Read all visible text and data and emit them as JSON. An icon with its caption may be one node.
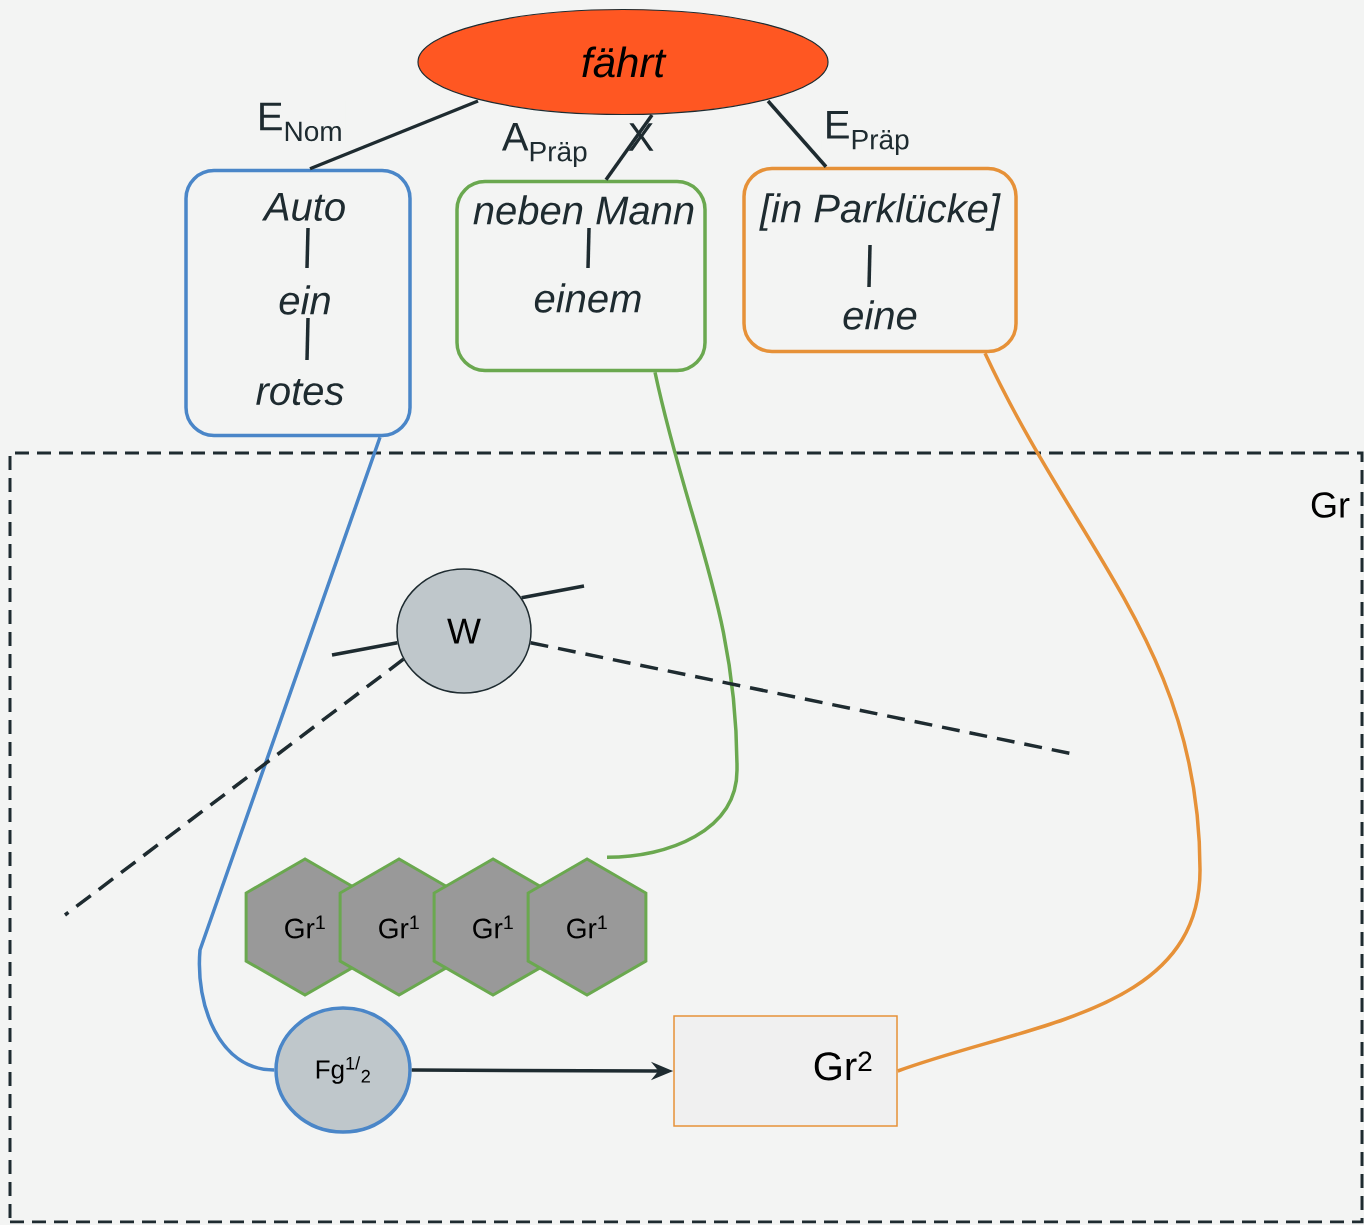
{
  "diagram": {
    "nodes": [
      {
        "text": [
          "fährt"
        ]
      },
      {
        "text": [
          "Auto",
          "ein",
          "rotes"
        ]
      },
      {
        "text": [
          "neben Mann",
          "einem"
        ]
      },
      {
        "text": [
          "[in Parklücke]",
          "eine"
        ]
      },
      {
        "text": [
          "Gr"
        ]
      },
      {
        "text": [
          "W"
        ],
        "in": 4
      },
      {
        "text": [
          "Gr$^{1}$"
        ],
        "in": 4
      },
      {
        "text": [
          "Gr$^{1}$"
        ],
        "in": 4
      },
      {
        "text": [
          "Gr$^{1}$"
        ],
        "in": 4
      },
      {
        "text": [
          "Gr$^{1}$"
        ],
        "in": 4
      },
      {
        "text": [
          "Fg$^{1/}$$_{2}$"
        ],
        "in": 4
      },
      {
        "text": [
          "Gr$^{2}$"
        ],
        "in": 4
      }
    ],
    "edges": [
      {
        "from": 0,
        "to": 1,
        "arrow": "none",
        "label": "E$_{Nom}$"
      },
      {
        "from": 0,
        "to": 2,
        "arrow": "none",
        "label": "A$_{Präp}$"
      },
      {
        "from": 0,
        "to": 3,
        "arrow": "none",
        "label": "E$_{Präp}$"
      },
      {
        "from": 1,
        "to": 10,
        "arrow": "none",
        "color": "#4a86c8"
      },
      {
        "from": 2,
        "to": 9,
        "arrow": "none",
        "color": "#6aa84f"
      },
      {
        "from": 3,
        "to": 11,
        "arrow": "none",
        "color": "#e69138"
      },
      {
        "from": 10,
        "to": 11,
        "arrow": "to"
      },
      {
        "from": null,
        "to": 5,
        "arrow": "none"
      },
      {
        "from": 5,
        "to": null,
        "arrow": "none"
      },
      {
        "from": 5,
        "to": null,
        "arrow": "none",
        "style": "dashed"
      },
      {
        "from": 5,
        "to": null,
        "arrow": "none",
        "style": "dashed"
      }
    ],
    "labels": [
      "X"
    ]
  }
}
